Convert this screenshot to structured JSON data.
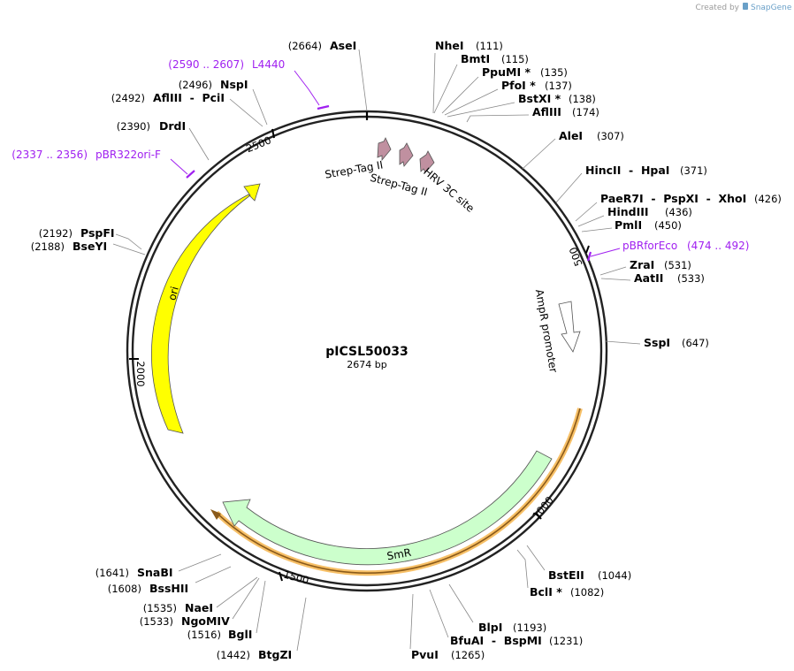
{
  "plasmid": {
    "name": "pICSL50033",
    "size_label": "2674 bp",
    "length": 2674
  },
  "credit": {
    "prefix": "Created by",
    "brand": "SnapGene",
    "icon": "snapgene-logo-icon"
  },
  "colors": {
    "backbone": "#222222",
    "primer": "#a020f0",
    "ori": "#ffff00",
    "smr": "#ccffcc",
    "promoter": "#ffffff",
    "tag": "#c090a0",
    "orf_highlight": "#f5b041"
  },
  "ticks": [
    {
      "value": 500,
      "label": "500"
    },
    {
      "value": 1000,
      "label": "1000"
    },
    {
      "value": 1500,
      "label": "1500"
    },
    {
      "value": 2000,
      "label": "2000"
    },
    {
      "value": 2500,
      "label": "2500"
    }
  ],
  "enzymes": [
    {
      "name": "AseI",
      "pos_text": "(2664)",
      "site": 2664
    },
    {
      "name": "NheI",
      "pos_text": "(111)",
      "site": 111
    },
    {
      "name": "BmtI",
      "pos_text": "(115)",
      "site": 115
    },
    {
      "name": "PpuMI *",
      "pos_text": "(135)",
      "site": 135
    },
    {
      "name": "PfoI *",
      "pos_text": "(137)",
      "site": 137
    },
    {
      "name": "BstXI *",
      "pos_text": "(138)",
      "site": 138
    },
    {
      "name": "AflIII",
      "pos_text": "(174)",
      "site": 174
    },
    {
      "name": "AleI",
      "pos_text": "(307)",
      "site": 307
    },
    {
      "name": "HincII  -  HpaI",
      "pos_text": "(371)",
      "site": 371
    },
    {
      "name": "PaeR7I  -  PspXI  -  XhoI",
      "pos_text": "(426)",
      "site": 426
    },
    {
      "name": "HindIII",
      "pos_text": "(436)",
      "site": 436
    },
    {
      "name": "PmlI",
      "pos_text": "(450)",
      "site": 450
    },
    {
      "name": "ZraI",
      "pos_text": "(531)",
      "site": 531
    },
    {
      "name": "AatII",
      "pos_text": "(533)",
      "site": 533
    },
    {
      "name": "SspI",
      "pos_text": "(647)",
      "site": 647
    },
    {
      "name": "BstEII",
      "pos_text": "(1044)",
      "site": 1044
    },
    {
      "name": "BclI *",
      "pos_text": "(1082)",
      "site": 1082
    },
    {
      "name": "BlpI",
      "pos_text": "(1193)",
      "site": 1193
    },
    {
      "name": "BfuAI  -  BspMI",
      "pos_text": "(1231)",
      "site": 1231
    },
    {
      "name": "PvuI",
      "pos_text": "(1265)",
      "site": 1265
    },
    {
      "name": "BtgZI",
      "pos_text": "(1442)",
      "site": 1442
    },
    {
      "name": "BglI",
      "pos_text": "(1516)",
      "site": 1516
    },
    {
      "name": "NgoMIV",
      "pos_text": "(1533)",
      "site": 1533
    },
    {
      "name": "NaeI",
      "pos_text": "(1535)",
      "site": 1535
    },
    {
      "name": "BssHII",
      "pos_text": "(1608)",
      "site": 1608
    },
    {
      "name": "SnaBI",
      "pos_text": "(1641)",
      "site": 1641
    },
    {
      "name": "BseYI",
      "pos_text": "(2188)",
      "site": 2188
    },
    {
      "name": "PspFI",
      "pos_text": "(2192)",
      "site": 2192
    },
    {
      "name": "DrdI",
      "pos_text": "(2390)",
      "site": 2390
    },
    {
      "name": "AflIII  -  PciI",
      "pos_text": "(2492)",
      "site": 2492
    },
    {
      "name": "NspI",
      "pos_text": "(2496)",
      "site": 2496
    }
  ],
  "primers": [
    {
      "name": "L4440",
      "range_text": "(2590 .. 2607)",
      "start": 2590,
      "end": 2607
    },
    {
      "name": "pBR322ori-F",
      "range_text": "(2337 .. 2356)",
      "start": 2337,
      "end": 2356
    },
    {
      "name": "pBRforEco",
      "range_text": "(474 .. 492)",
      "start": 474,
      "end": 492
    }
  ],
  "features": [
    {
      "name": "Strep-Tag II",
      "type": "tag",
      "label": "Strep-Tag II"
    },
    {
      "name": "Strep-Tag II",
      "type": "tag",
      "label": "Strep-Tag II"
    },
    {
      "name": "HRV 3C site",
      "type": "tag",
      "label": "HRV 3C site"
    },
    {
      "name": "AmpR promoter",
      "type": "promoter",
      "label": "AmpR promoter"
    },
    {
      "name": "SmR",
      "type": "cds",
      "label": "SmR"
    },
    {
      "name": "ori",
      "type": "rep_origin",
      "label": "ori"
    }
  ]
}
